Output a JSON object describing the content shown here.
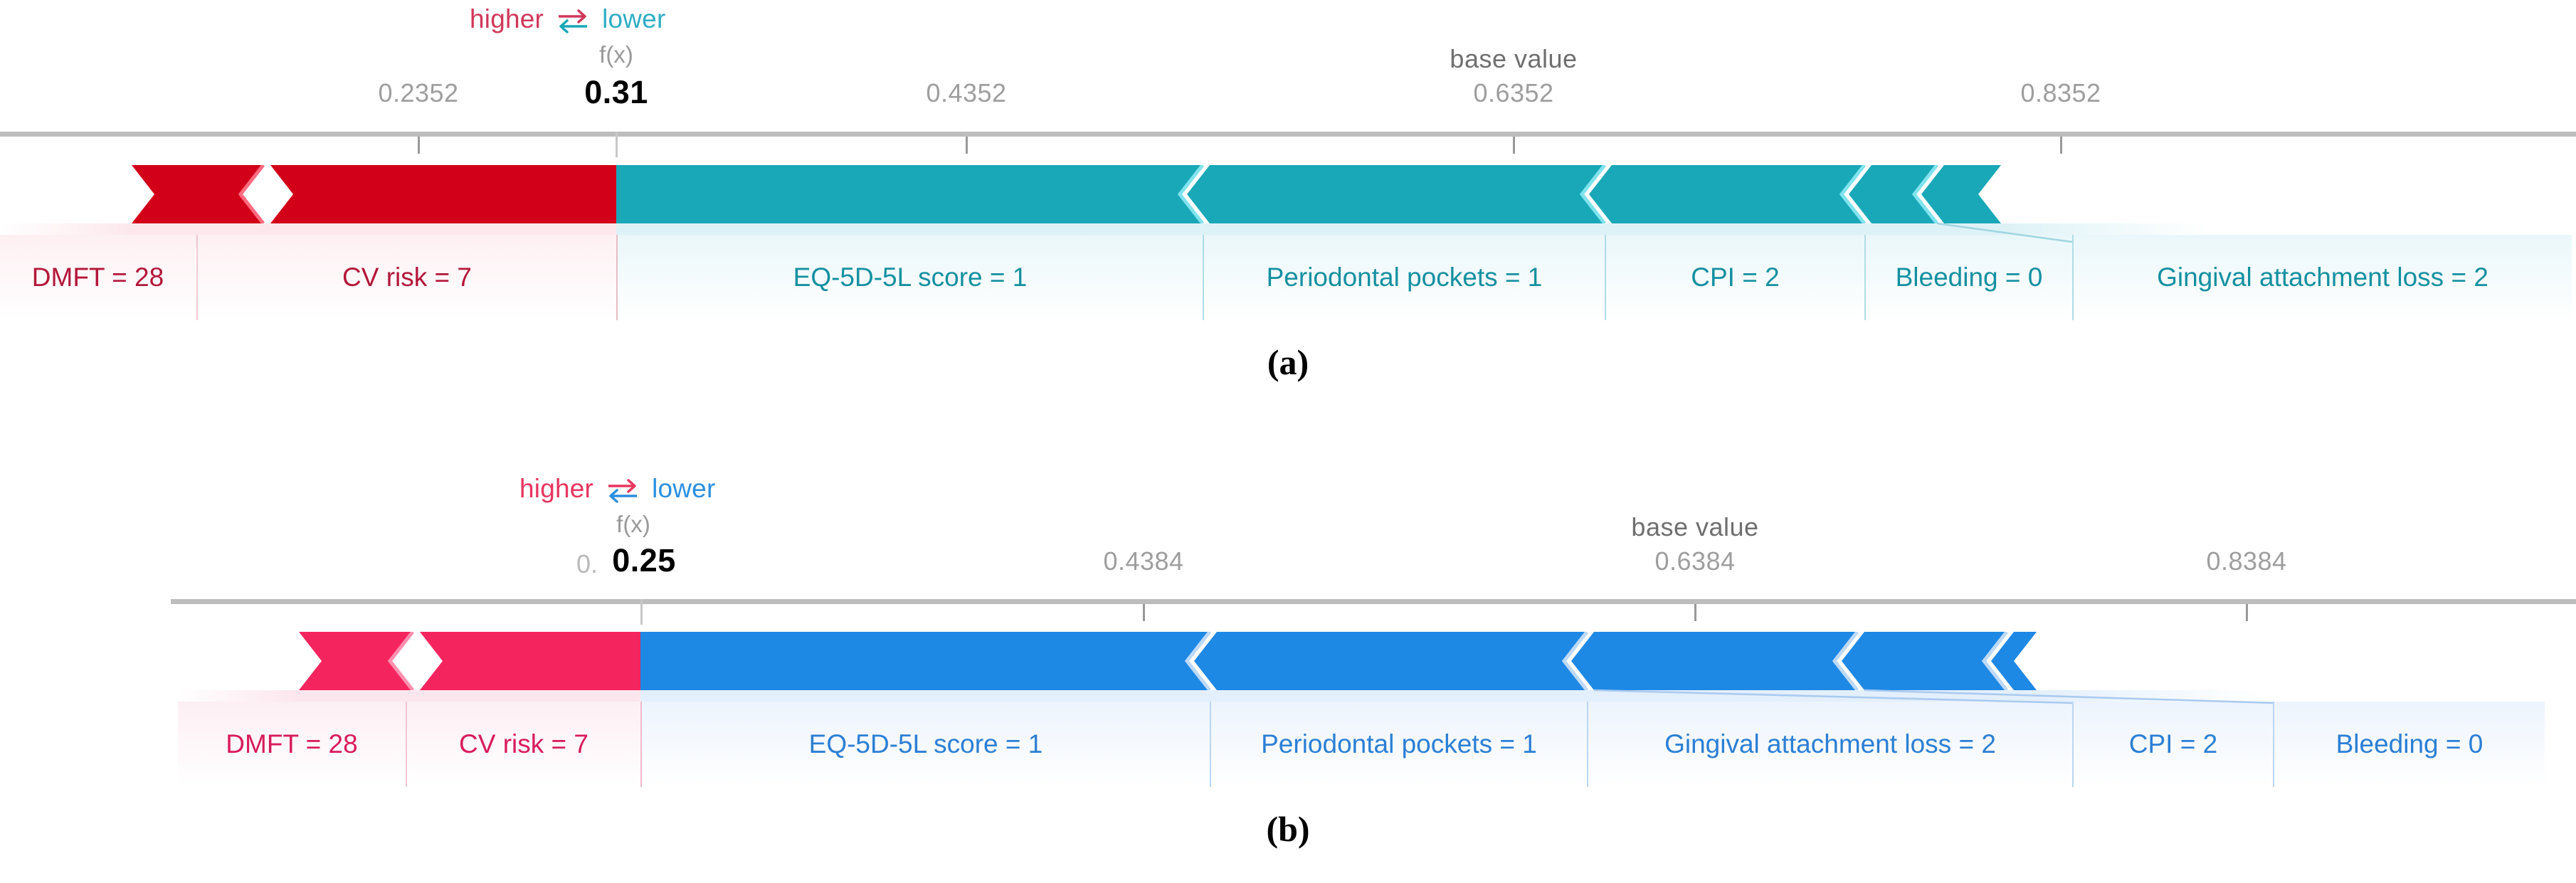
{
  "figure": {
    "type": "shap-force-plot-pair",
    "background": "#ffffff"
  },
  "chart_data": [
    {
      "id": "a",
      "type": "bar",
      "subtype": "shap-force-plot",
      "title": "",
      "caption": "(a)",
      "legend": {
        "higher": "higher",
        "lower": "lower",
        "icon": "swap-arrows-icon"
      },
      "fx_label": "f(x)",
      "fx_value": "0.31",
      "fx_numeric": 0.31,
      "base_value_label": "base value",
      "base_value": 0.6352,
      "axis_ticks": [
        "0.2352",
        "0.4352",
        "0.6352",
        "0.8352"
      ],
      "axis_tick_values": [
        0.2352,
        0.4352,
        0.6352,
        0.8352
      ],
      "xlim": [
        0.1352,
        0.9352
      ],
      "colors": {
        "positive": "#d30019",
        "negative": "#19a8b8",
        "positive_light": "#fdeef1",
        "negative_light": "#e6f6f9"
      },
      "features": [
        {
          "label": "DMFT = 28",
          "value": 28,
          "direction": "higher",
          "color": "#d30019"
        },
        {
          "label": "CV risk = 7",
          "value": 7,
          "direction": "higher",
          "color": "#d30019"
        },
        {
          "label": "EQ-5D-5L score = 1",
          "value": 1,
          "direction": "lower",
          "color": "#19a8b8"
        },
        {
          "label": "Periodontal pockets = 1",
          "value": 1,
          "direction": "lower",
          "color": "#19a8b8"
        },
        {
          "label": "CPI = 2",
          "value": 2,
          "direction": "lower",
          "color": "#19a8b8"
        },
        {
          "label": "Bleeding = 0",
          "value": 0,
          "direction": "lower",
          "color": "#19a8b8"
        },
        {
          "label": "Gingival attachment loss = 2",
          "value": 2,
          "direction": "lower",
          "color": "#19a8b8"
        }
      ]
    },
    {
      "id": "b",
      "type": "bar",
      "subtype": "shap-force-plot",
      "title": "",
      "caption": "(b)",
      "legend": {
        "higher": "higher",
        "lower": "lower",
        "icon": "swap-arrows-icon"
      },
      "fx_label": "f(x)",
      "fx_value": "0.25",
      "fx_prefix": "0.",
      "fx_numeric": 0.25,
      "base_value_label": "base value",
      "base_value": 0.6384,
      "axis_ticks": [
        "0.4384",
        "0.6384",
        "0.8384"
      ],
      "axis_tick_values": [
        0.4384,
        0.6384,
        0.8384
      ],
      "xlim": [
        0.2384,
        0.9384
      ],
      "colors": {
        "positive": "#f4245e",
        "negative": "#1e88e5",
        "positive_light": "#fdeaf0",
        "negative_light": "#e8f2fc"
      },
      "features": [
        {
          "label": "DMFT = 28",
          "value": 28,
          "direction": "higher",
          "color": "#f4245e"
        },
        {
          "label": "CV risk = 7",
          "value": 7,
          "direction": "higher",
          "color": "#f4245e"
        },
        {
          "label": "EQ-5D-5L score = 1",
          "value": 1,
          "direction": "lower",
          "color": "#1e88e5"
        },
        {
          "label": "Periodontal pockets = 1",
          "value": 1,
          "direction": "lower",
          "color": "#1e88e5"
        },
        {
          "label": "Gingival attachment loss = 2",
          "value": 2,
          "direction": "lower",
          "color": "#1e88e5"
        },
        {
          "label": "CPI = 2",
          "value": 2,
          "direction": "lower",
          "color": "#1e88e5"
        },
        {
          "label": "Bleeding = 0",
          "value": 0,
          "direction": "lower",
          "color": "#1e88e5"
        }
      ]
    }
  ]
}
